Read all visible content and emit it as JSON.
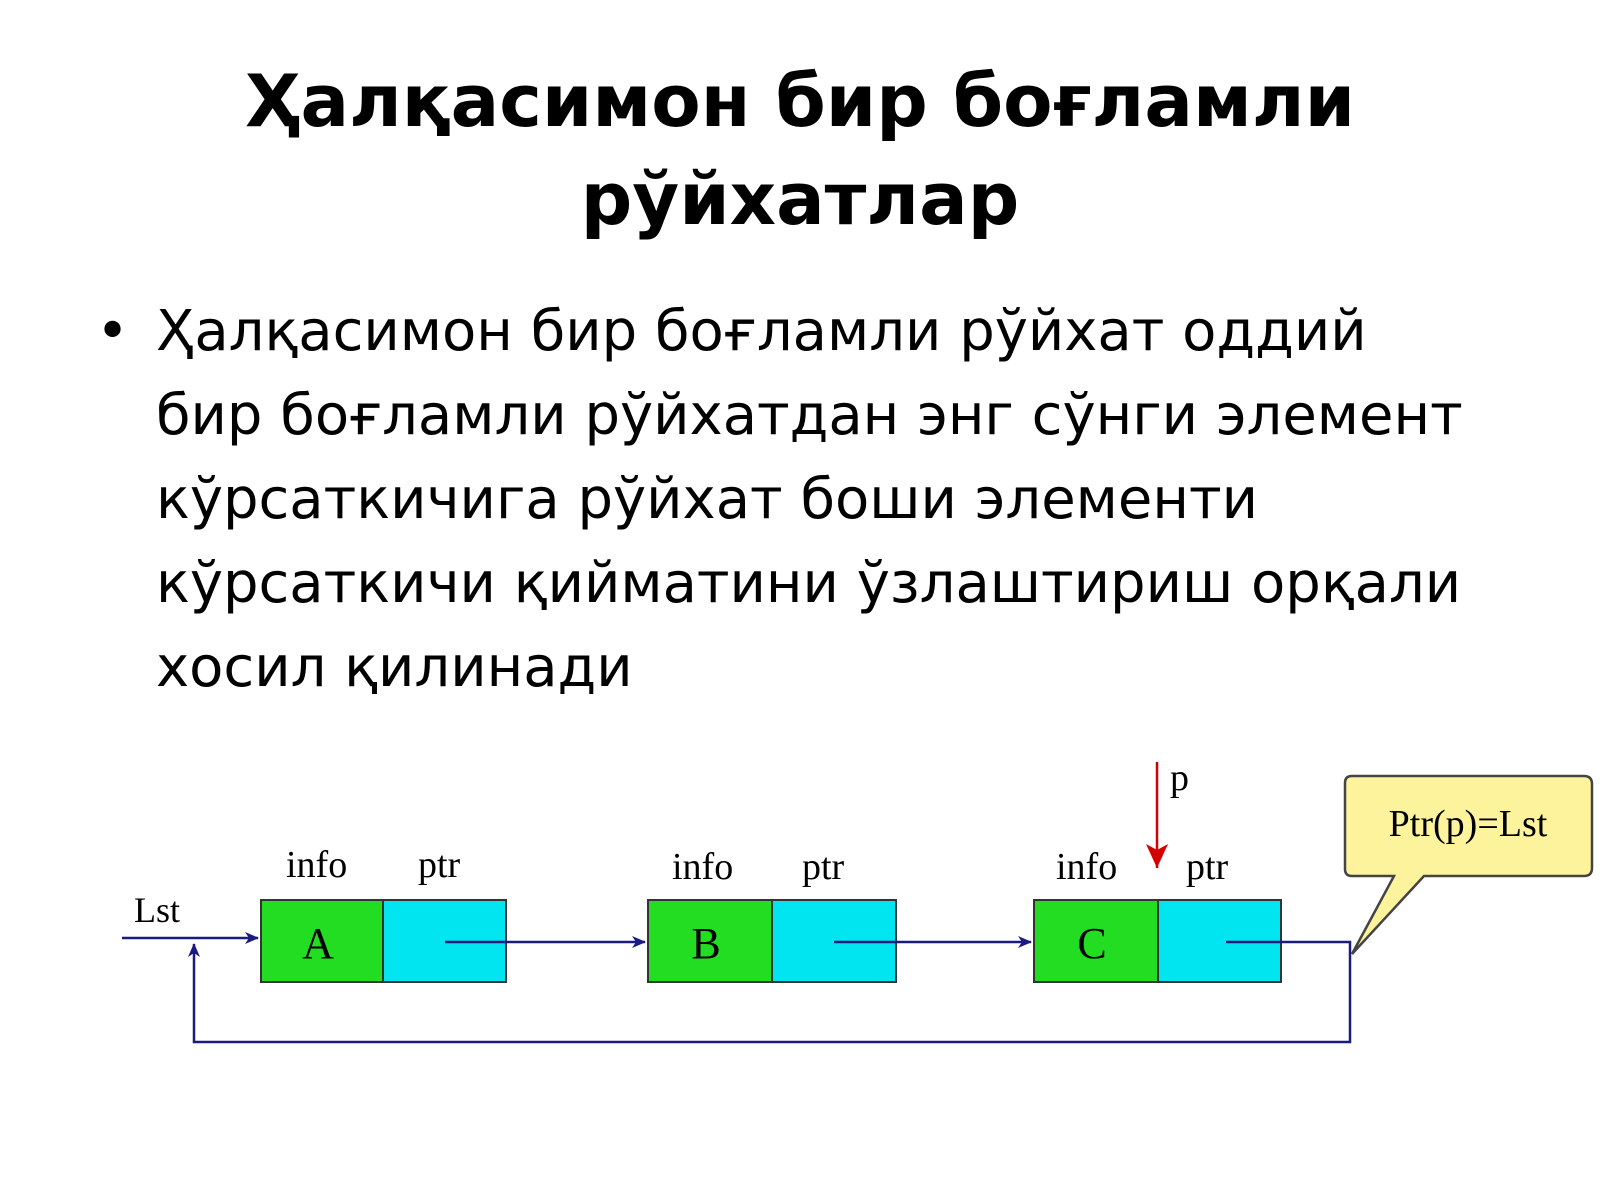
{
  "slide": {
    "title_lines": [
      "Ҳалқасимон бир боғламли",
      "рўйхатлар"
    ],
    "bullet_lines": [
      "Ҳалқасимон бир боғламли рўйхат оддий",
      "бир боғламли рўйхатдан энг сўнги элемент",
      "кўрсаткичига рўйхат боши элементи",
      "кўрсаткичи қийматини ўзлаштириш орқали",
      "хосил қилинади"
    ],
    "bullet_symbol": "•"
  },
  "diagram": {
    "list_pointer_label": "Lst",
    "pointer_label": "p",
    "callout_text": "Ptr(p)=Lst",
    "nodes": [
      {
        "info_header": "info",
        "ptr_header": "ptr",
        "value": "A"
      },
      {
        "info_header": "info",
        "ptr_header": "ptr",
        "value": "B"
      },
      {
        "info_header": "info",
        "ptr_header": "ptr",
        "value": "C"
      }
    ],
    "colors": {
      "info_cell": "#22dd22",
      "ptr_cell": "#00e5f0",
      "arrow": "#1a1a80",
      "pointer_arrow": "#d40000",
      "callout_fill": "#fdf39c",
      "callout_stroke": "#444444"
    }
  }
}
